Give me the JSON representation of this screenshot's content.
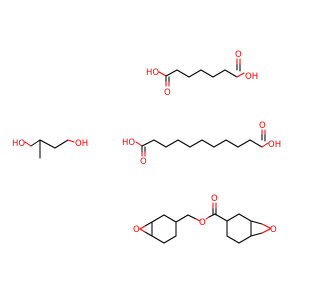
{
  "colors": {
    "background": "#ffffff",
    "bond": "#000000",
    "oxygen": "#ff0000"
  },
  "labels": {
    "adipic_ho": "HO",
    "adipic_o": "O",
    "adipic_oh": "OH",
    "butanediol_ho": "HO",
    "butanediol_oh": "OH",
    "azelaic_ho": "HO",
    "azelaic_o1": "O",
    "azelaic_o2": "O",
    "azelaic_oh": "OH",
    "epoxy_o_ring_left": "O",
    "epoxy_o_ester": "O",
    "epoxy_o_carbonyl": "O",
    "epoxy_o_ring_right": "O"
  }
}
